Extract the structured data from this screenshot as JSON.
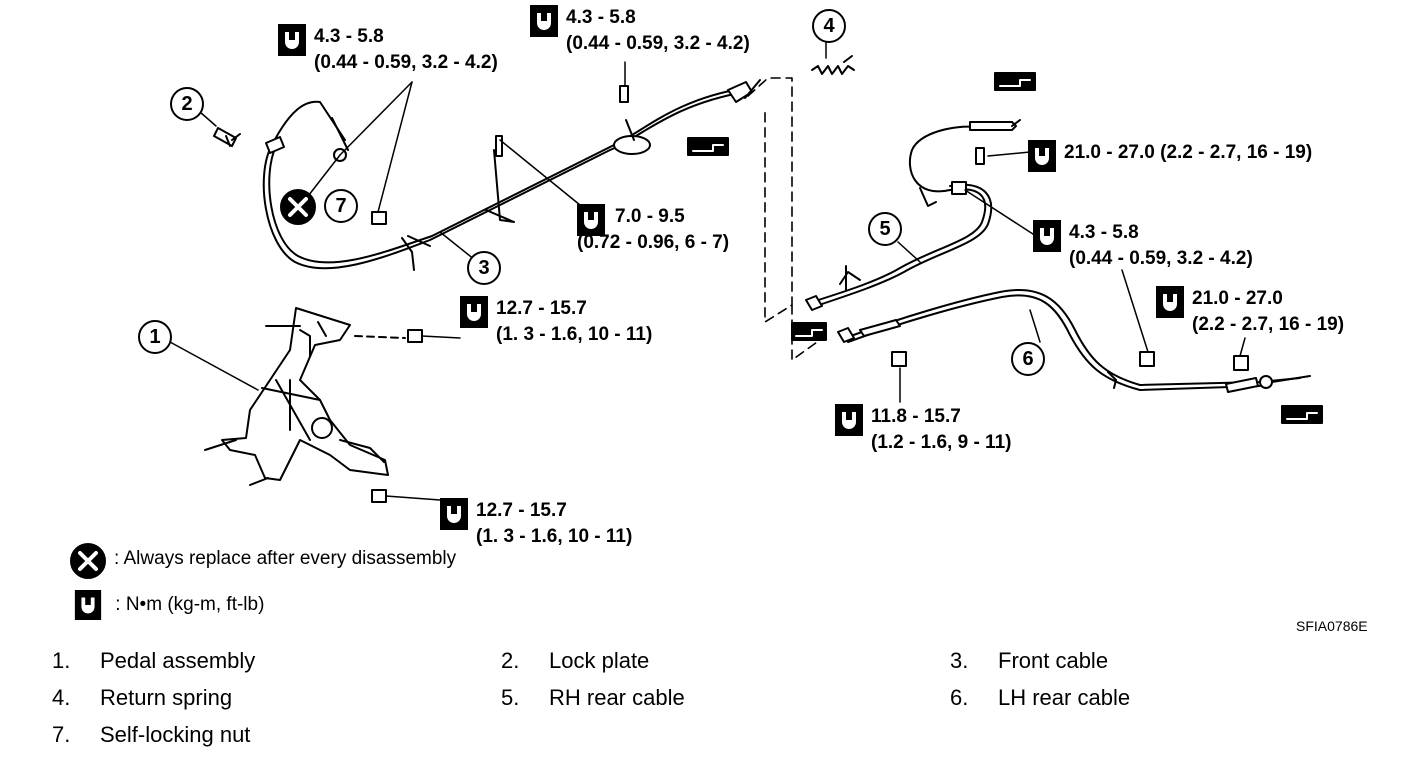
{
  "figure_code": "SFIA0786E",
  "callouts": [
    "1",
    "2",
    "3",
    "4",
    "5",
    "6",
    "7"
  ],
  "torques": [
    {
      "l1": "4.3 - 5.8",
      "l2": "(0.44 - 0.59, 3.2 - 4.2)"
    },
    {
      "l1": "4.3 - 5.8",
      "l2": "(0.44 - 0.59, 3.2 - 4.2)"
    },
    {
      "l1": "7.0 - 9.5",
      "l2": "(0.72 - 0.96, 6 - 7)"
    },
    {
      "l1": "12.7 - 15.7",
      "l2": "(1. 3  - 1.6, 10 - 11)"
    },
    {
      "l1": "12.7 - 15.7",
      "l2": "(1. 3  - 1.6, 10 - 11)"
    },
    {
      "l1": "21.0 - 27.0 (2.2 - 2.7, 16 - 19)"
    },
    {
      "l1": "4.3 - 5.8",
      "l2": "(0.44 - 0.59, 3.2 - 4.2)"
    },
    {
      "l1": "21.0 - 27.0",
      "l2": "(2.2 - 2.7, 16 - 19)"
    },
    {
      "l1": "11.8 - 15.7",
      "l2": "(1.2 - 1.6, 9 - 11)"
    }
  ],
  "legend": {
    "replace": ":  Always replace after every disassembly",
    "units": ":  N•m  (kg-m,  ft-lb)"
  },
  "parts": [
    {
      "num": "1.",
      "label": "Pedal assembly"
    },
    {
      "num": "2.",
      "label": "Lock plate"
    },
    {
      "num": "3.",
      "label": "Front cable"
    },
    {
      "num": "4.",
      "label": "Return spring"
    },
    {
      "num": "5.",
      "label": "RH rear cable"
    },
    {
      "num": "6.",
      "label": "LH rear cable"
    },
    {
      "num": "7.",
      "label": "Self-locking nut"
    }
  ],
  "icons": {
    "torque": "torque-wrench-icon",
    "replace": "replace-x-icon",
    "cable_end": "cable-end-icon"
  },
  "colors": {
    "ink": "#000000",
    "paper": "#ffffff"
  }
}
